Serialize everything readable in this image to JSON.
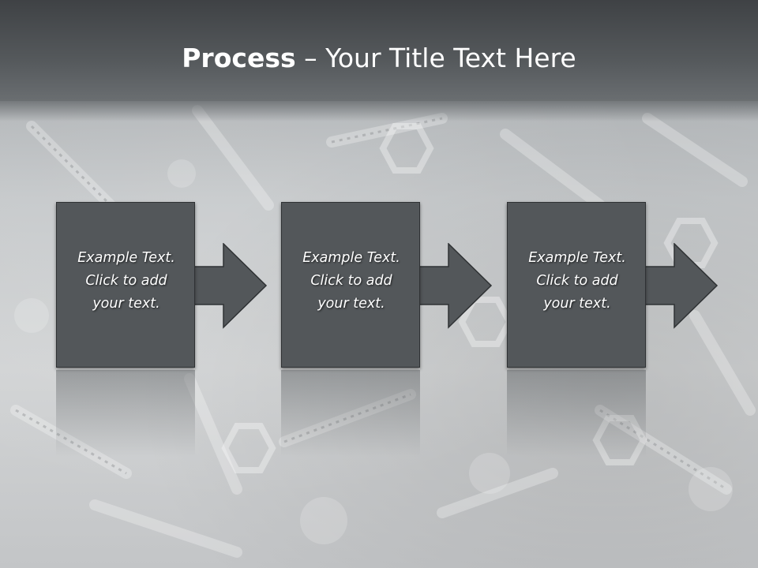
{
  "title": {
    "bold": "Process",
    "rest": " – Your Title Text Here"
  },
  "steps": [
    {
      "lines": [
        "Example Text.",
        "Click  to add",
        "your text."
      ]
    },
    {
      "lines": [
        "Example Text.",
        "Click  to add",
        "your text."
      ]
    },
    {
      "lines": [
        "Example Text.",
        "Click  to add",
        "your text."
      ]
    }
  ],
  "colors": {
    "card": "#53575a",
    "title_bar": "#55595c",
    "text": "#ffffff"
  },
  "background_image": "metal-screws-and-nuts-texture"
}
